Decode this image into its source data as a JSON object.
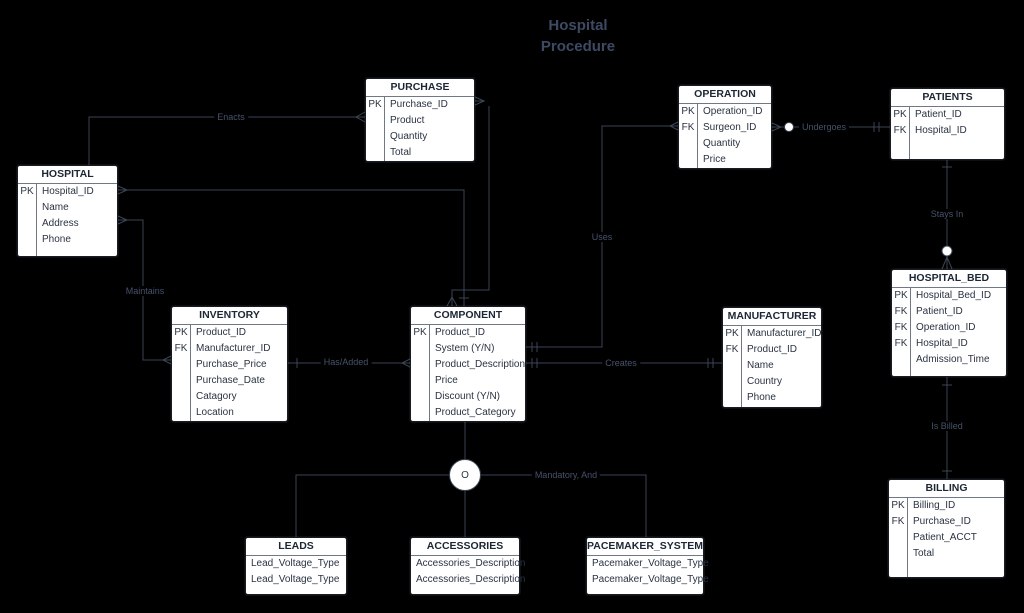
{
  "title": "Hospital Procedure",
  "colors": {
    "background": "#000000",
    "entity_background": "#ffffff",
    "line": "#3a4554",
    "label_text": "#47536a",
    "title_text": "#3e4a63"
  },
  "entities": [
    {
      "id": "purchase",
      "name": "PURCHASE",
      "rows": [
        [
          "PK",
          "Purchase_ID"
        ],
        [
          "",
          "Product"
        ],
        [
          "",
          "Quantity"
        ],
        [
          "",
          "Total"
        ]
      ]
    },
    {
      "id": "hospital",
      "name": "HOSPITAL",
      "rows": [
        [
          "PK",
          "Hospital_ID"
        ],
        [
          "",
          "Name"
        ],
        [
          "",
          "Address"
        ],
        [
          "",
          "Phone"
        ]
      ]
    },
    {
      "id": "operation",
      "name": "OPERATION",
      "rows": [
        [
          "PK",
          "Operation_ID"
        ],
        [
          "FK",
          "Surgeon_ID"
        ],
        [
          "",
          "Quantity"
        ],
        [
          "",
          "Price"
        ]
      ]
    },
    {
      "id": "patients",
      "name": "PATIENTS",
      "rows": [
        [
          "PK",
          "Patient_ID"
        ],
        [
          "FK",
          "Hospital_ID"
        ]
      ]
    },
    {
      "id": "inventory",
      "name": "INVENTORY",
      "rows": [
        [
          "PK",
          "Product_ID"
        ],
        [
          "FK",
          "Manufacturer_ID"
        ],
        [
          "",
          "Purchase_Price"
        ],
        [
          "",
          "Purchase_Date"
        ],
        [
          "",
          "Catagory"
        ],
        [
          "",
          "Location"
        ]
      ]
    },
    {
      "id": "component",
      "name": "COMPONENT",
      "rows": [
        [
          "PK",
          "Product_ID"
        ],
        [
          "",
          "System (Y/N)"
        ],
        [
          "",
          "Product_Description"
        ],
        [
          "",
          "Price"
        ],
        [
          "",
          "Discount (Y/N)"
        ],
        [
          "",
          "Product_Category"
        ]
      ]
    },
    {
      "id": "manufacturer",
      "name": "MANUFACTURER",
      "rows": [
        [
          "PK",
          "Manufacturer_ID"
        ],
        [
          "FK",
          "Product_ID"
        ],
        [
          "",
          "Name"
        ],
        [
          "",
          "Country"
        ],
        [
          "",
          "Phone"
        ]
      ]
    },
    {
      "id": "hospital_bed",
      "name": "HOSPITAL_BED",
      "rows": [
        [
          "PK",
          "Hospital_Bed_ID"
        ],
        [
          "FK",
          "Patient_ID"
        ],
        [
          "FK",
          "Operation_ID"
        ],
        [
          "FK",
          "Hospital_ID"
        ],
        [
          "",
          "Admission_Time"
        ]
      ]
    },
    {
      "id": "billing",
      "name": "BILLING",
      "rows": [
        [
          "PK",
          "Billing_ID"
        ],
        [
          "FK",
          "Purchase_ID"
        ],
        [
          "",
          "Patient_ACCT"
        ],
        [
          "",
          "Total"
        ]
      ]
    },
    {
      "id": "leads",
      "name": "LEADS",
      "no_key_col": true,
      "rows": [
        [
          "",
          "Lead_Voltage_Type"
        ],
        [
          "",
          "Lead_Voltage_Type"
        ]
      ]
    },
    {
      "id": "accessories",
      "name": "ACCESSORIES",
      "no_key_col": true,
      "rows": [
        [
          "",
          "Accessories_Description"
        ],
        [
          "",
          "Accessories_Description"
        ]
      ]
    },
    {
      "id": "pacemaker_system",
      "name": "PACEMAKER_SYSTEM",
      "no_key_col": true,
      "rows": [
        [
          "",
          "Pacemaker_Voltage_Type"
        ],
        [
          "",
          "Pacemaker_Voltage_Type"
        ]
      ]
    }
  ],
  "relationship_labels": {
    "enacts": "Enacts",
    "undergoes": "Undergoes",
    "uses": "Uses",
    "maintains": "Maintains",
    "has_added": "Has/Added",
    "creates": "Creates",
    "stays_in": "Stays In",
    "is_billed": "Is Billed",
    "mandatory_and": "Mandatory, And",
    "subtype_circle": "O"
  }
}
